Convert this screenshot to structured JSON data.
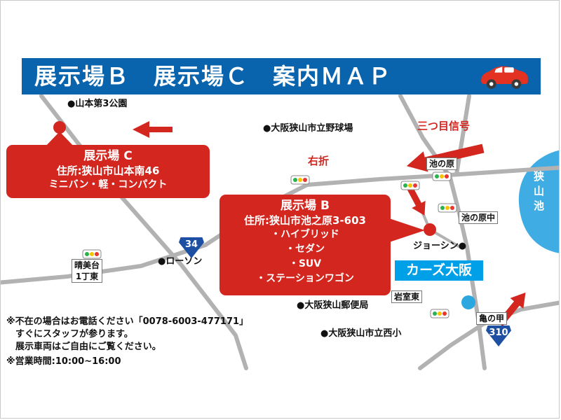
{
  "colors": {
    "header_blue": "#0a64ad",
    "accent_red": "#d3261f",
    "store_blue": "#00a0e9",
    "lake_blue": "#3fade3",
    "route_sign_blue": "#1d50a2",
    "road_gray": "#b2b2b2"
  },
  "header": {
    "title": "展示場Ｂ　展示場Ｃ　案内ＭＡＰ"
  },
  "callout_c": {
    "title": "展示場 C",
    "address": "住所:狭山市山本南46",
    "vehicles": "ミニバン・軽・コンパクト"
  },
  "callout_b": {
    "title": "展示場 B",
    "address": "住所:狭山市池之原3-603",
    "vehicles": [
      "・ハイブリッド",
      "・セダン",
      "・SUV",
      "・ステーションワゴン"
    ]
  },
  "store": {
    "label": "カーズ大阪"
  },
  "lake": {
    "label": "狭山池"
  },
  "route_signs": {
    "r34": "34",
    "r310": "310"
  },
  "labels": {
    "park": "●山本第3公園",
    "ballpark": "●大阪狭山市立野球場",
    "third_signal": "三つ目信号",
    "turn_right": "右折",
    "ikenohara": "池の原",
    "ikenohara_naka": "池の原中",
    "joshin": "ジョーシン●",
    "harumidai_line1": "晴美台",
    "harumidai_line2": "1丁東",
    "lawson": "●ローソン",
    "iwamuro_higashi": "岩室東",
    "post_office": "●大阪狭山郵便局",
    "kamenokou": "亀の甲",
    "nishi_elementary": "●大阪狭山市立西小"
  },
  "footer": {
    "line1": "※不在の場合はお電話ください「0078-6003-477171」",
    "line2": "すぐにスタッフが参ります。",
    "line3": "展示車両はご自由にご覧ください。",
    "line4": "※営業時間:10:00~16:00"
  }
}
